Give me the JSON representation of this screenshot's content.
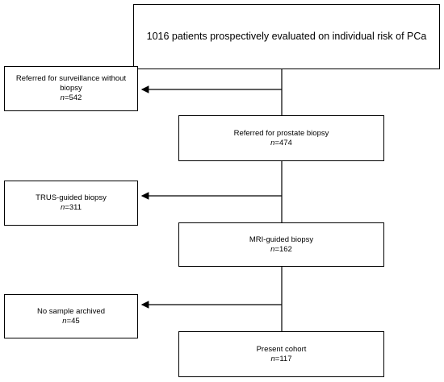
{
  "flowchart": {
    "top": {
      "label": "1016 patients prospectively evaluated on individual risk of PCa"
    },
    "surveillance": {
      "label": "Referred for surveillance without biopsy",
      "n_prefix": "n",
      "n_value": "=542"
    },
    "prostate_biopsy": {
      "label": "Referred for prostate biopsy",
      "n_prefix": "n",
      "n_value": "=474"
    },
    "trus": {
      "label": "TRUS-guided biopsy",
      "n_prefix": "n",
      "n_value": "=311"
    },
    "mri": {
      "label": "MRI-guided biopsy",
      "n_prefix": "n",
      "n_value": "=162"
    },
    "no_sample": {
      "label": "No sample archived",
      "n_prefix": "n",
      "n_value": "=45"
    },
    "cohort": {
      "label": "Present cohort",
      "n_prefix": "n",
      "n_value": "=117"
    }
  }
}
